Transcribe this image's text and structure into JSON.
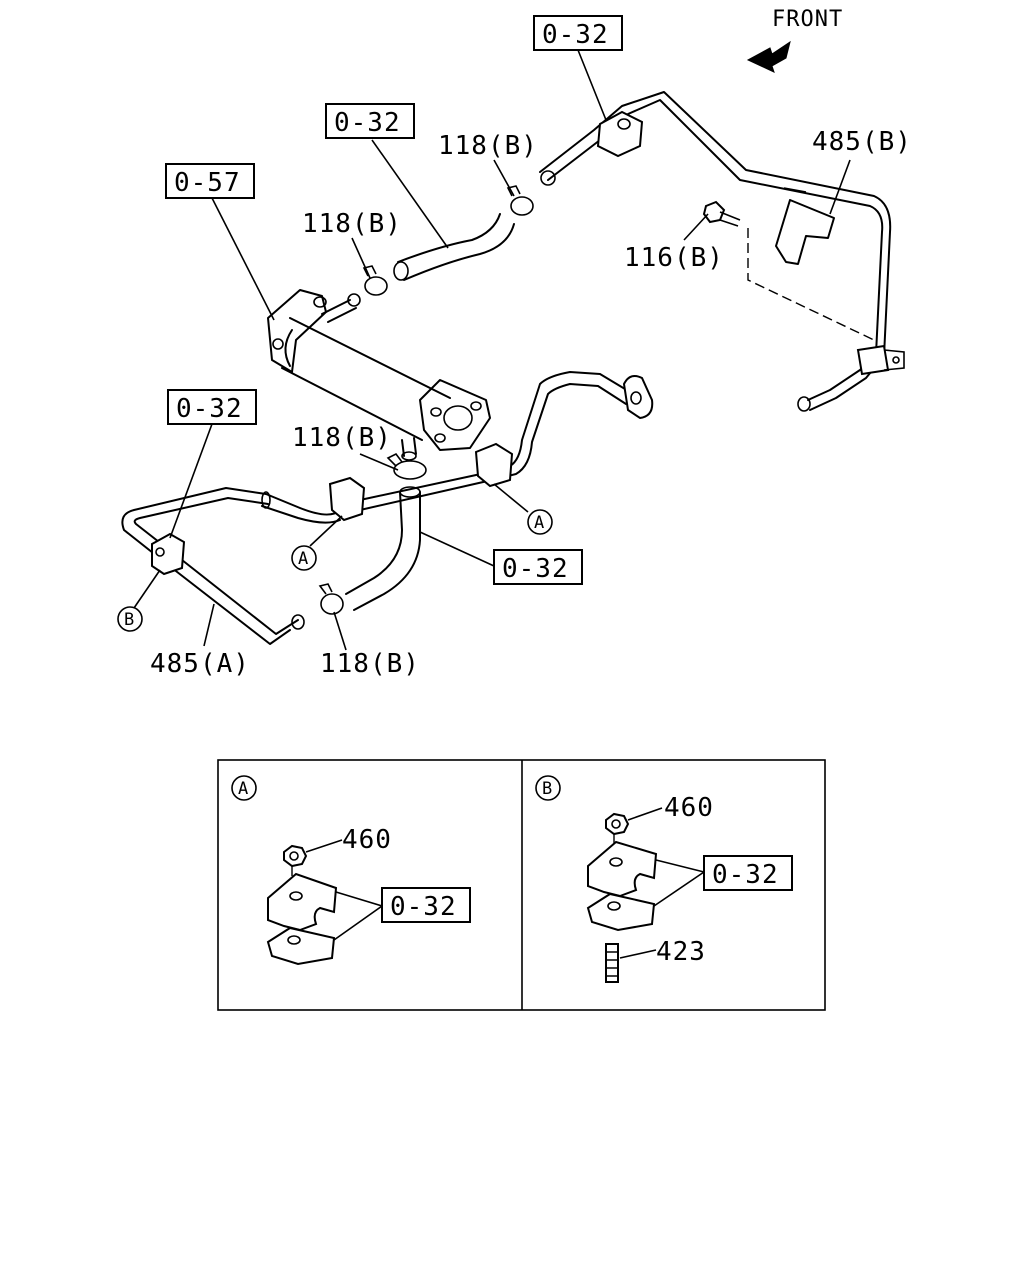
{
  "header": {
    "front_label": "FRONT"
  },
  "labels": {
    "ref_032": "0-32",
    "ref_057": "0-57",
    "clamp_118b": "118(B)",
    "bolt_116b": "116(B)",
    "pipe_485a": "485(A)",
    "pipe_485b": "485(B)",
    "nut_460": "460",
    "stud_423": "423",
    "marker_a": "A",
    "marker_b": "B"
  }
}
